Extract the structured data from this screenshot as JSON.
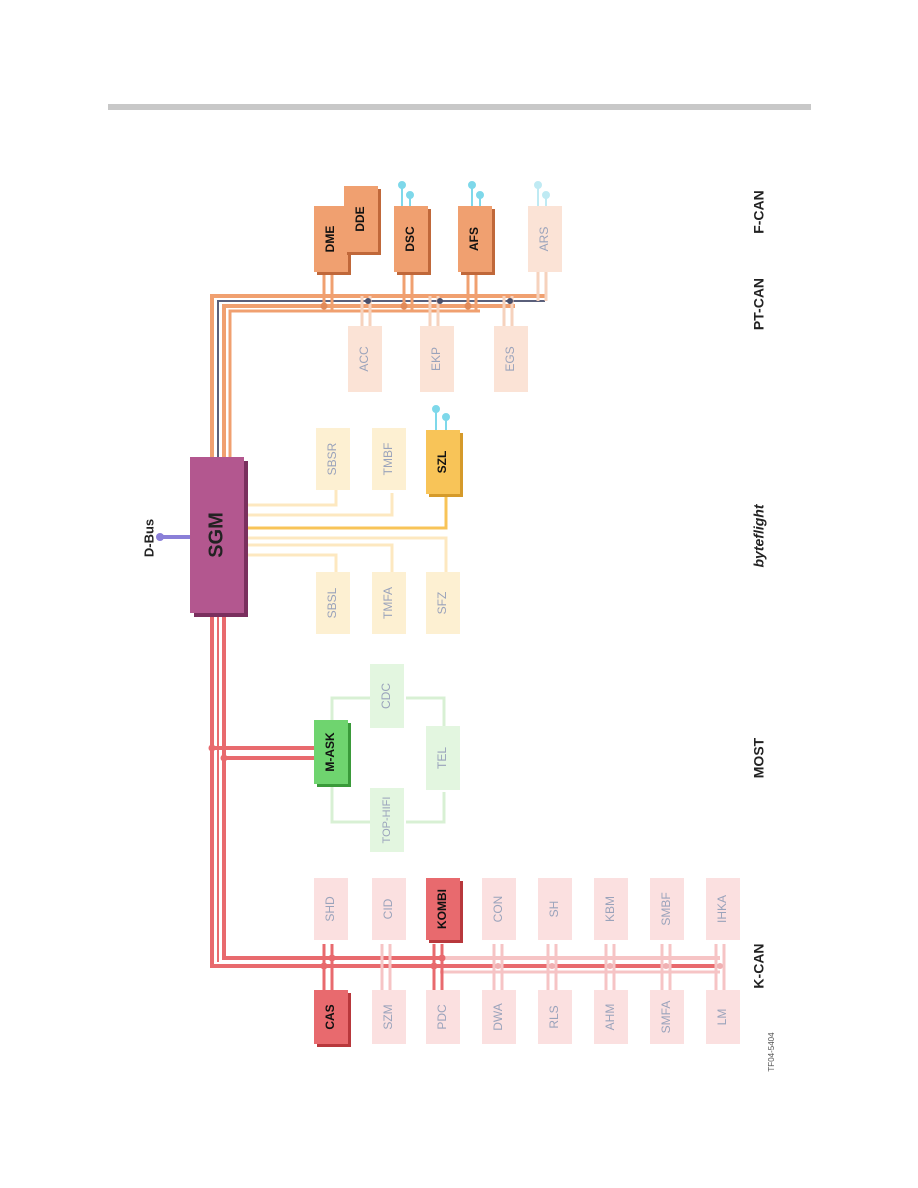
{
  "bus_labels": {
    "dbus": "D-Bus",
    "fcan": "F-CAN",
    "ptcan": "PT-CAN",
    "byteflight": "byteflight",
    "most": "MOST",
    "kcan": "K-CAN"
  },
  "gateway": "SGM",
  "figure_code": "TF04-5404",
  "colors": {
    "sgm": "#b3578f",
    "ptcan_active": "#f0a070",
    "ptcan_inactive": "#fbe3d6",
    "byteflight_active": "#f8c458",
    "byteflight_inactive": "#fdf0d2",
    "most_active": "#6fd46f",
    "most_inactive": "#e3f6e0",
    "kcan_active": "#e86a6e",
    "kcan_inactive": "#fbe0e0",
    "dbus": "#8a7fd8",
    "sensor": "#7ed8ea"
  },
  "units": {
    "ptcan": [
      {
        "id": "dme",
        "label": "DME",
        "active": true
      },
      {
        "id": "dde",
        "label": "DDE",
        "active": true
      },
      {
        "id": "dsc",
        "label": "DSC",
        "active": true
      },
      {
        "id": "afs",
        "label": "AFS",
        "active": true
      },
      {
        "id": "ars",
        "label": "ARS",
        "active": false
      },
      {
        "id": "acc",
        "label": "ACC",
        "active": false
      },
      {
        "id": "ekp",
        "label": "EKP",
        "active": false
      },
      {
        "id": "egs",
        "label": "EGS",
        "active": false
      }
    ],
    "byteflight": [
      {
        "id": "sbsr",
        "label": "SBSR",
        "active": false
      },
      {
        "id": "tmbf",
        "label": "TMBF",
        "active": false
      },
      {
        "id": "szl",
        "label": "SZL",
        "active": true
      },
      {
        "id": "sbsl",
        "label": "SBSL",
        "active": false
      },
      {
        "id": "tmfa",
        "label": "TMFA",
        "active": false
      },
      {
        "id": "sfz",
        "label": "SFZ",
        "active": false
      }
    ],
    "most": [
      {
        "id": "m-ask",
        "label": "M-ASK",
        "active": true
      },
      {
        "id": "cdc",
        "label": "CDC",
        "active": false
      },
      {
        "id": "tel",
        "label": "TEL",
        "active": false
      },
      {
        "id": "top-hifi",
        "label": "TOP-HIFI",
        "active": false
      }
    ],
    "kcan": [
      {
        "id": "cas",
        "label": "CAS",
        "active": true
      },
      {
        "id": "shd",
        "label": "SHD",
        "active": false
      },
      {
        "id": "szm",
        "label": "SZM",
        "active": false
      },
      {
        "id": "cid",
        "label": "CID",
        "active": false
      },
      {
        "id": "pdc",
        "label": "PDC",
        "active": false
      },
      {
        "id": "kombi",
        "label": "KOMBI",
        "active": true
      },
      {
        "id": "dwa",
        "label": "DWA",
        "active": false
      },
      {
        "id": "con",
        "label": "CON",
        "active": false
      },
      {
        "id": "rls",
        "label": "RLS",
        "active": false
      },
      {
        "id": "sh",
        "label": "SH",
        "active": false
      },
      {
        "id": "ahm",
        "label": "AHM",
        "active": false
      },
      {
        "id": "kbm",
        "label": "KBM",
        "active": false
      },
      {
        "id": "smfa",
        "label": "SMFA",
        "active": false
      },
      {
        "id": "smbf",
        "label": "SMBF",
        "active": false
      },
      {
        "id": "lm",
        "label": "LM",
        "active": false
      },
      {
        "id": "ihka",
        "label": "IHKA",
        "active": false
      }
    ]
  }
}
